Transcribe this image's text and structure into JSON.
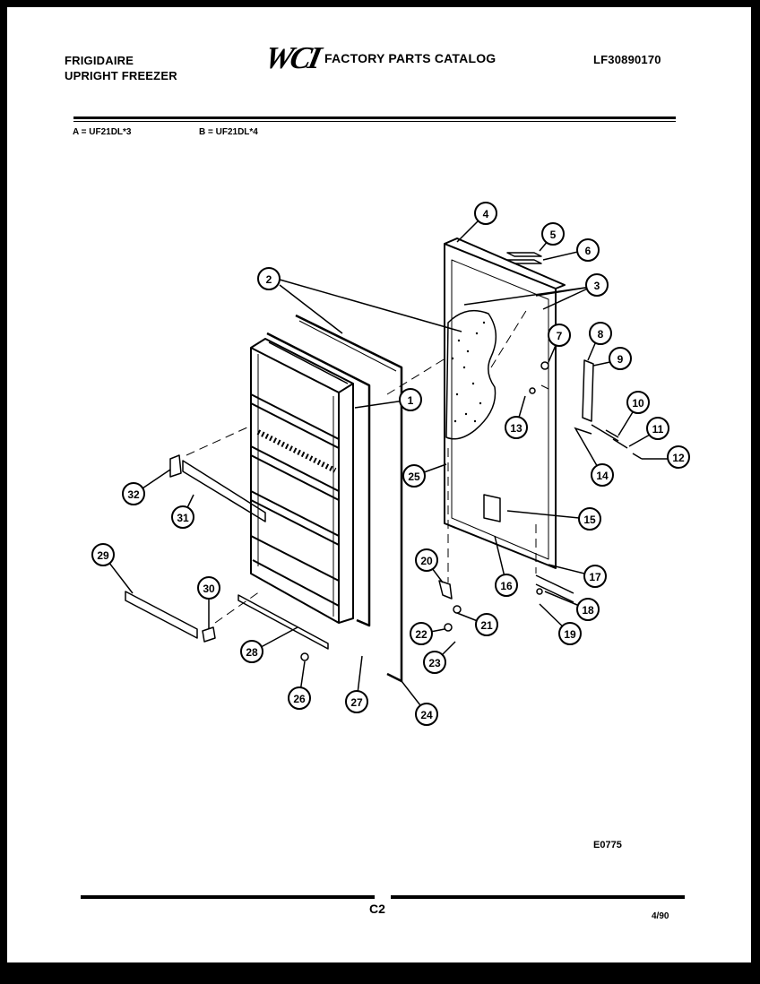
{
  "header": {
    "brand_line1": "FRIGIDAIRE",
    "brand_line2": "UPRIGHT FREEZER",
    "logo_text": "WCI",
    "catalog_title": "FACTORY PARTS CATALOG",
    "part_number": "LF30890170"
  },
  "models": {
    "a": "A = UF21DL*3",
    "b": "B = UF21DL*4"
  },
  "diagram": {
    "callouts": [
      "1",
      "2",
      "3",
      "4",
      "5",
      "6",
      "7",
      "8",
      "9",
      "10",
      "11",
      "12",
      "13",
      "14",
      "15",
      "16",
      "17",
      "18",
      "19",
      "20",
      "21",
      "22",
      "23",
      "24",
      "25",
      "26",
      "27",
      "28",
      "29",
      "30",
      "31",
      "32"
    ]
  },
  "footer": {
    "figure_code": "E0775",
    "page_code": "C2",
    "date": "4/90"
  }
}
